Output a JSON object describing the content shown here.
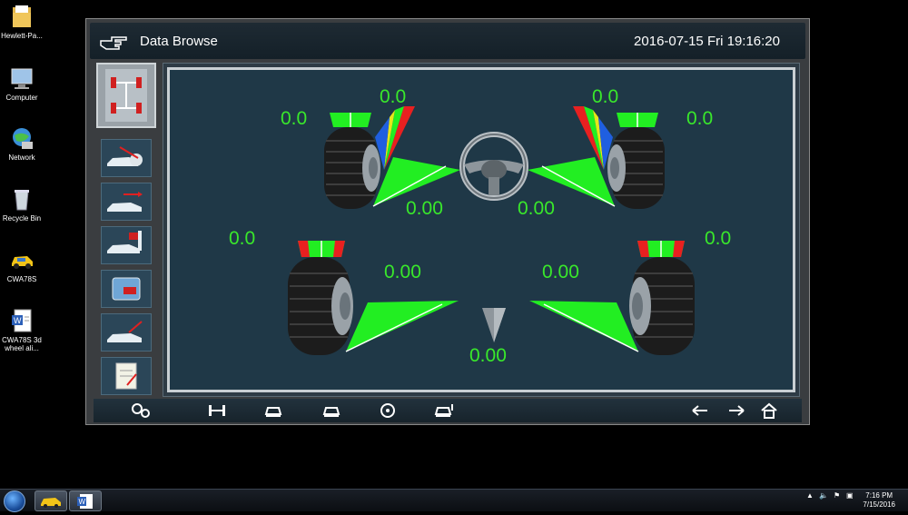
{
  "desktop": {
    "icons": [
      {
        "label": "Hewlett-Pa...",
        "icon": "folder-icon"
      },
      {
        "label": "Computer",
        "icon": "computer-icon"
      },
      {
        "label": "Network",
        "icon": "network-icon"
      },
      {
        "label": "Recycle Bin",
        "icon": "recycle-bin-icon"
      },
      {
        "label": "CWA78S",
        "icon": "car-app-icon"
      },
      {
        "label": "CWA78S 3d wheel ali...",
        "icon": "word-document-icon"
      }
    ]
  },
  "app": {
    "title": "Data Browse",
    "datetime": "2016-07-15 Fri 19:16:20",
    "left_menu": [
      {
        "icon": "alignment-overview-icon",
        "active": true
      },
      {
        "icon": "wheel-runout-icon",
        "active": false
      },
      {
        "icon": "car-forward-icon",
        "active": false
      },
      {
        "icon": "car-lift-icon",
        "active": false
      },
      {
        "icon": "vehicle-spec-icon",
        "active": false
      },
      {
        "icon": "car-adjust-icon",
        "active": false
      },
      {
        "icon": "report-icon",
        "active": false
      }
    ],
    "readings": {
      "front_left_camber": "0.0",
      "front_left_caster": "0.0",
      "front_right_caster": "0.0",
      "front_right_camber": "0.0",
      "front_left_toe": "0.00",
      "front_right_toe": "0.00",
      "rear_left_camber": "0.0",
      "rear_right_camber": "0.0",
      "rear_left_toe": "0.00",
      "rear_right_toe": "0.00",
      "thrust_angle": "0.00"
    },
    "bottom_toolbar": {
      "left": [
        "settings-gears-icon",
        "axle-icon",
        "car-front-icon",
        "car-front-alt-icon",
        "disc-icon",
        "car-lift-icon"
      ],
      "right": [
        "back-arrow-icon",
        "forward-arrow-icon",
        "home-icon"
      ]
    }
  },
  "taskbar": {
    "buttons": [
      "start-orb-icon",
      "cwa78s-taskbar-icon",
      "word-taskbar-icon"
    ],
    "time": "7:16 PM",
    "date": "7/15/2016"
  },
  "colors": {
    "reading_green": "#39e82b",
    "stage_bg": "#1f3847",
    "indicator_green": "#22ee22",
    "indicator_red": "#e82020",
    "indicator_blue": "#1f5fe0",
    "indicator_yellow": "#e6e61a"
  }
}
